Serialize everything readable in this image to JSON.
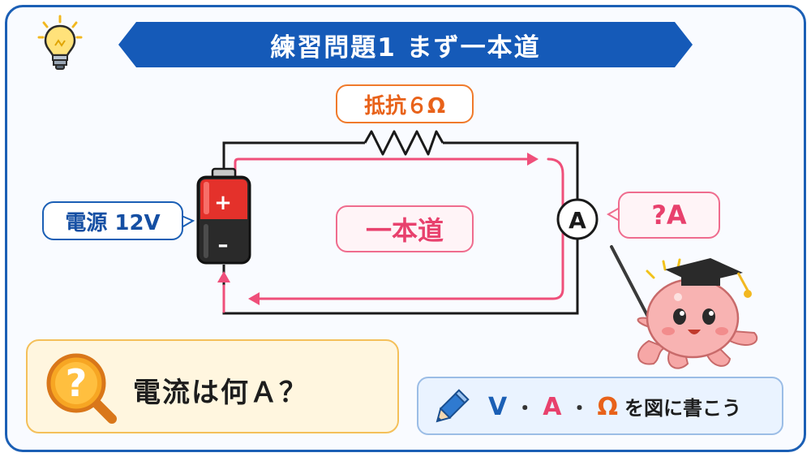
{
  "title": "練習問題1 まず一本道",
  "resistor_label": "抵抗６Ω",
  "source_label": "電源 12V",
  "battery_plus": "+",
  "battery_minus": "–",
  "ammeter_symbol": "A",
  "path_label": "一本道",
  "current_label": "?A",
  "question": "電流は何Ａ？",
  "question_icon": "?",
  "hint": {
    "v": "V",
    "dot": "・",
    "a": "A",
    "ohm": "Ω",
    "rest": "を図に書こう"
  },
  "icons": [
    "lightbulb-icon",
    "magnifier-question-icon",
    "pencil-icon",
    "octopus-mascot"
  ],
  "colors": {
    "frame": "#1b5fb5",
    "banner": "#155ab8",
    "resistor": "#f07a2b",
    "current": "#e8416d",
    "question_bg": "#fff6df",
    "hint_bg": "#eaf3ff"
  }
}
